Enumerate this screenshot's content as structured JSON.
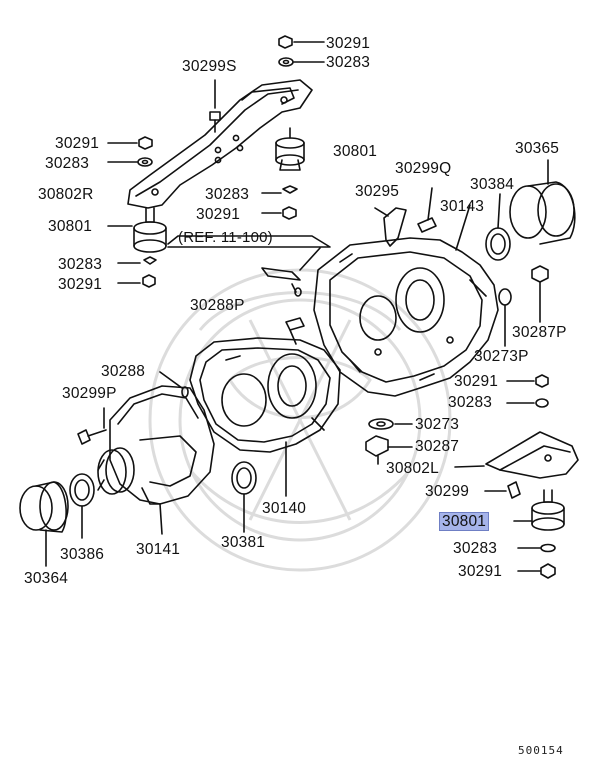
{
  "colors": {
    "ink": "#111111",
    "highlight": "#a6b4ea",
    "watermark": "#d9d9d9"
  },
  "callouts": {
    "p30291_top": "30291",
    "p30283_top": "30283",
    "p30299S": "30299S",
    "p30291_left": "30291",
    "p30283_left": "30283",
    "p30801_upper": "30801",
    "p30802R": "30802R",
    "p30283_mid": "30283",
    "p30291_mid": "30291",
    "p30801_left": "30801",
    "ref": "(REF. 11-100)",
    "p30283_l2": "30283",
    "p30291_l2": "30291",
    "p30299Q": "30299Q",
    "p30365": "30365",
    "p30295": "30295",
    "p30384": "30384",
    "p30143": "30143",
    "p30288P": "30288P",
    "p30287P": "30287P",
    "p30273P": "30273P",
    "p30291_r": "30291",
    "p30283_r": "30283",
    "p30288": "30288",
    "p30299P": "30299P",
    "p30273": "30273",
    "p30287": "30287",
    "p30802L": "30802L",
    "p30299": "30299",
    "p30801_sel": "30801",
    "p30283_r2": "30283",
    "p30291_r2": "30291",
    "p30140": "30140",
    "p30381": "30381",
    "p30386": "30386",
    "p30141": "30141",
    "p30364": "30364"
  },
  "footer": {
    "diagram_code": "500154"
  }
}
